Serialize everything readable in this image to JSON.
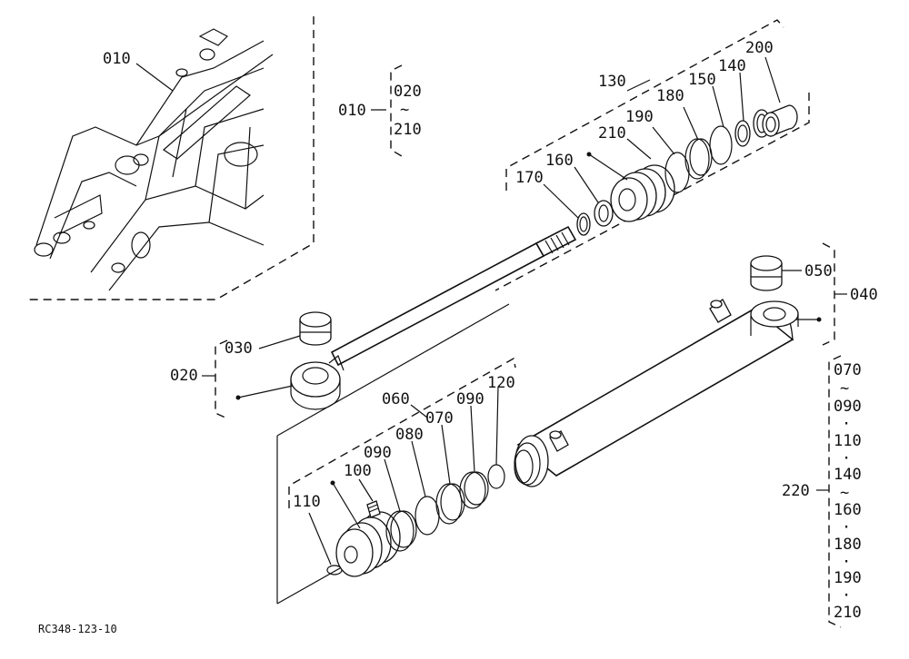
{
  "figure_code": "RC348-123-10",
  "parts": {
    "p010": "010",
    "p020": "020",
    "p030": "030",
    "p040": "040",
    "p050": "050",
    "p060": "060",
    "p070": "070",
    "p080": "080",
    "p090": "090",
    "p100": "100",
    "p110": "110",
    "p120": "120",
    "p130": "130",
    "p140": "140",
    "p150": "150",
    "p160": "160",
    "p170": "170",
    "p180": "180",
    "p190": "190",
    "p200": "200",
    "p210": "210",
    "p220": "220"
  },
  "range_symbol": "~",
  "list_separator": "·"
}
